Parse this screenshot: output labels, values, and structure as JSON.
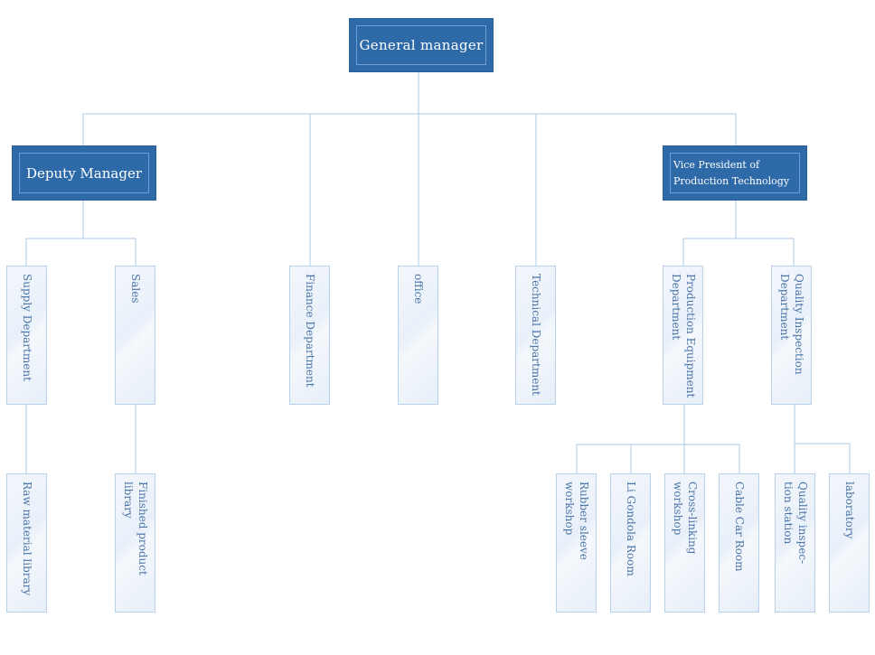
{
  "general_manager": "General manager",
  "deputy_manager": "Deputy Manager",
  "vp_production": "Vice President of\nProduction Technology",
  "departments": {
    "supply": "Supply Department",
    "sales": "Sales",
    "finance": "Finance Department",
    "office": "office",
    "technical": "Technical Department",
    "production_equipment": "Production Equipment\nDepartment",
    "quality_inspection": "Quality Inspection\nDepartment"
  },
  "units": {
    "raw_material": "Raw material library",
    "finished_product": "Finished product\nlibrary",
    "rubber_sleeve": "Rubber sleeve\nworkshop",
    "li_gondola": "Li Gondola Room",
    "cross_linking": "Cross-linking\nworkshop",
    "cable_car": "Cable Car Room",
    "quality_station": "Quality inspec-\ntion station",
    "laboratory": "laboratory"
  },
  "colors": {
    "dark_box": "#2e6aa8",
    "light_box_border": "#b9d1ea",
    "connector": "#a9c9e6",
    "light_text": "#4a74a8"
  }
}
